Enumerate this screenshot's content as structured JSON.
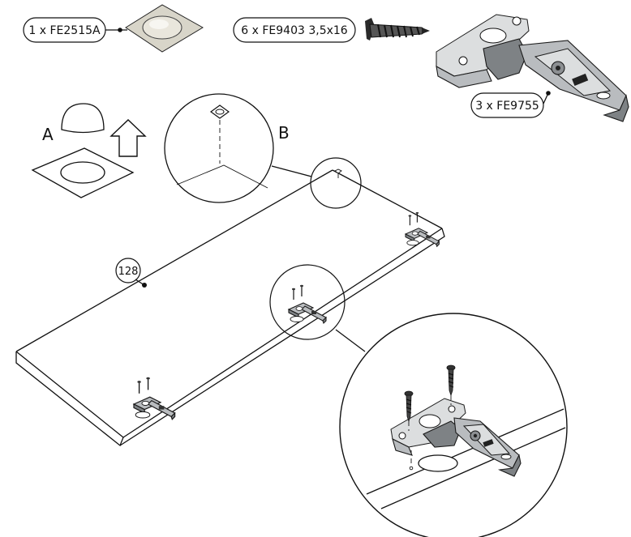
{
  "parts": {
    "bumper": {
      "label": "1 x FE2515A",
      "color": "#d8d5c9"
    },
    "screw": {
      "label": "6 x FE9403 3,5x16"
    },
    "hinge": {
      "label": "3 x FE9755"
    }
  },
  "steps": {
    "a": "A",
    "b": "B"
  },
  "panel": {
    "label": "128"
  }
}
